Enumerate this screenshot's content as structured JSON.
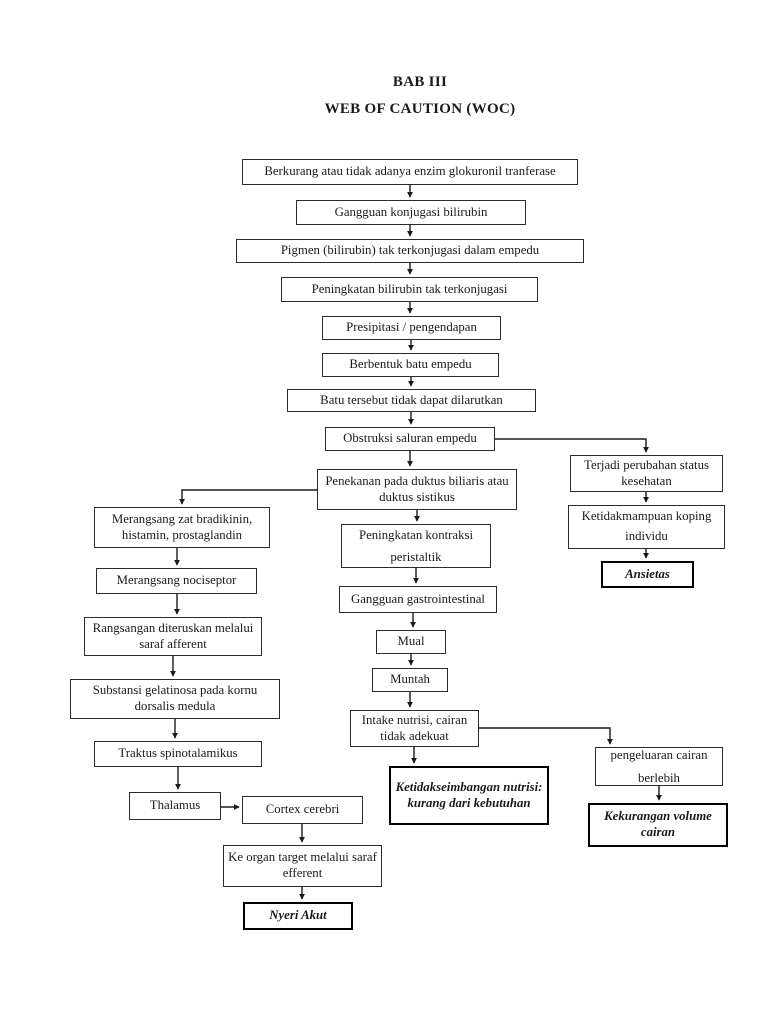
{
  "page": {
    "heading1": "BAB III",
    "heading2": "WEB OF CAUTION (WOC)"
  },
  "colors": {
    "background": "#ffffff",
    "box_border": "#2b2b2b",
    "diagnosis_border": "#000000",
    "text": "#1a1a1a",
    "arrow": "#1a1a1a"
  },
  "nodes": {
    "berkurang_enzim": {
      "label": "Berkurang atau tidak adanya enzim glokuronil tranferase"
    },
    "gangguan_konjugasi": {
      "label": "Gangguan konjugasi bilirubin"
    },
    "pigmen": {
      "label": "Pigmen (bilirubin) tak terkonjugasi dalam empedu"
    },
    "peningkatan_bilirubin": {
      "label": "Peningkatan bilirubin tak terkonjugasi"
    },
    "presipitasi": {
      "label": "Presipitasi / pengendapan"
    },
    "berbentuk_batu": {
      "label": "Berbentuk batu empedu"
    },
    "batu_tidak_larut": {
      "label": "Batu tersebut tidak dapat dilarutkan"
    },
    "obstruksi": {
      "label": "Obstruksi saluran empedu"
    },
    "penekanan_duktus": {
      "label": "Penekanan pada duktus biliaris atau duktus sistikus"
    },
    "terjadi_perubahan": {
      "label": "Terjadi perubahan status kesehatan"
    },
    "koping_individu": {
      "label": "Ketidakmampuan koping individu"
    },
    "ansietas": {
      "label": "Ansietas"
    },
    "bradikinin": {
      "label": "Merangsang zat bradikinin, histamin, prostaglandin"
    },
    "nociseptor": {
      "label": "Merangsang nociseptor"
    },
    "rangsangan": {
      "label": "Rangsangan diteruskan melalui saraf afferent"
    },
    "substansi": {
      "label": "Substansi gelatinosa pada kornu dorsalis medula"
    },
    "traktus": {
      "label": "Traktus spinotalamikus"
    },
    "thalamus": {
      "label": "Thalamus"
    },
    "cortex": {
      "label": "Cortex cerebri"
    },
    "organ_target": {
      "label": "Ke organ target melalui saraf efferent"
    },
    "nyeri_akut": {
      "label": "Nyeri Akut"
    },
    "peristaltik": {
      "label": "Peningkatan kontraksi peristaltik"
    },
    "gastrointestinal": {
      "label": "Gangguan gastrointestinal"
    },
    "mual": {
      "label": "Mual"
    },
    "muntah": {
      "label": "Muntah"
    },
    "intake_nutrisi": {
      "label": "Intake nutrisi, cairan tidak adekuat"
    },
    "ketidakseimbangan": {
      "label": "Ketidakseimbangan nutrisi: kurang dari kebutuhan"
    },
    "pengeluaran_cairan": {
      "label": "pengeluaran cairan berlebih"
    },
    "kekurangan_volume": {
      "label": "Kekurangan volume cairan"
    }
  }
}
